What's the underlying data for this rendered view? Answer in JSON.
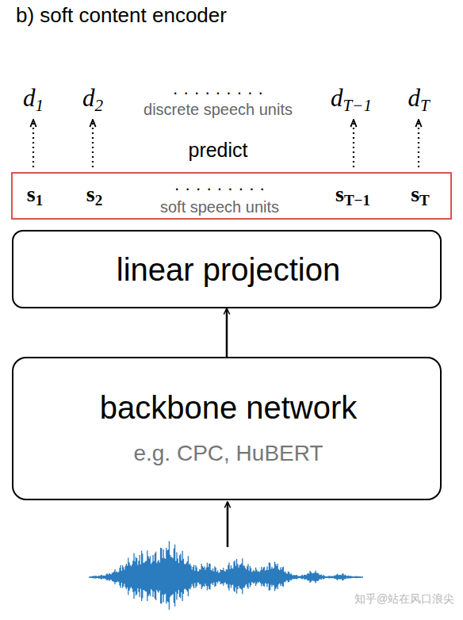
{
  "diagram": {
    "title": "b) soft content encoder",
    "nodes": [
      {
        "text": [
          "s1",
          "s2",
          "· · · · · · · · ·",
          "sT−1",
          "sT",
          "soft speech units"
        ]
      },
      {
        "text": [
          "linear projection"
        ]
      },
      {
        "text": [
          "backbone network",
          "e.g. CPC, HuBERT"
        ]
      }
    ],
    "edges": [
      {
        "from": 2,
        "to": 1,
        "arrow": "to"
      }
    ],
    "labels": [
      "d1",
      "d2",
      "· · · · · · · · ·",
      "discrete speech units",
      "dT−1",
      "dT",
      "predict",
      "知乎@站在风口浪尖"
    ]
  }
}
